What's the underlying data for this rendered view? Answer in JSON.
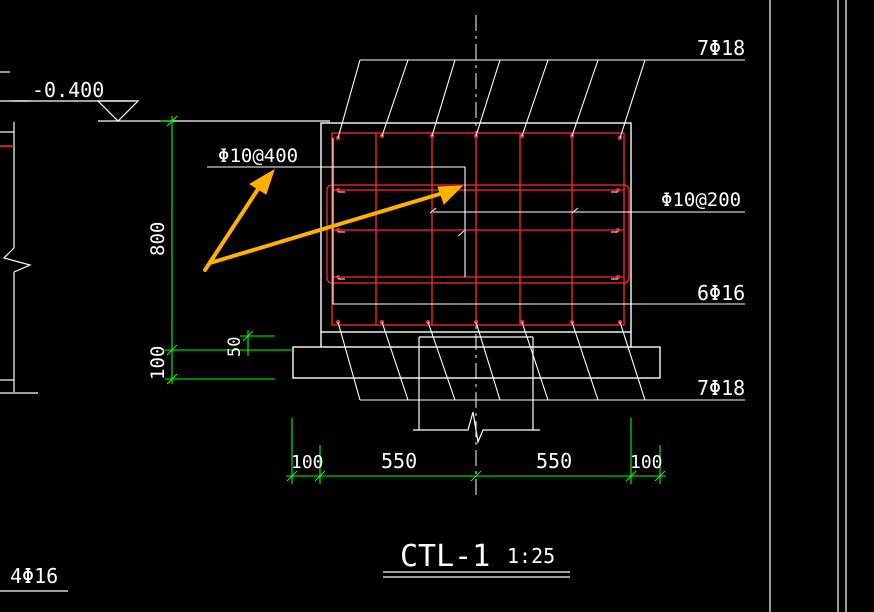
{
  "drawing": {
    "title": "CTL-1",
    "scale": "1:25"
  },
  "labels": {
    "elevation": "-0.400",
    "top_bars": "7Φ18",
    "bottom_bars": "7Φ18",
    "side_bars": "6Φ16",
    "stirrup_outer": "Φ10@400",
    "stirrup_inner": "Φ10@200",
    "left_bars": "4Φ16"
  },
  "dimensions": {
    "height_main": "800",
    "height_cover": "50",
    "height_base": "100",
    "width_left_margin": "100",
    "width_left": "550",
    "width_right": "550",
    "width_right_margin": "100"
  },
  "colors": {
    "background": "#000000",
    "line": "#ffffff",
    "rebar": "#ff2a2a",
    "dimension": "#00ff00",
    "arrow": "#ffb000"
  },
  "icons": {
    "arrow": "arrow-icon",
    "elevation_marker": "elevation-triangle-icon",
    "break_line": "break-line-icon"
  }
}
